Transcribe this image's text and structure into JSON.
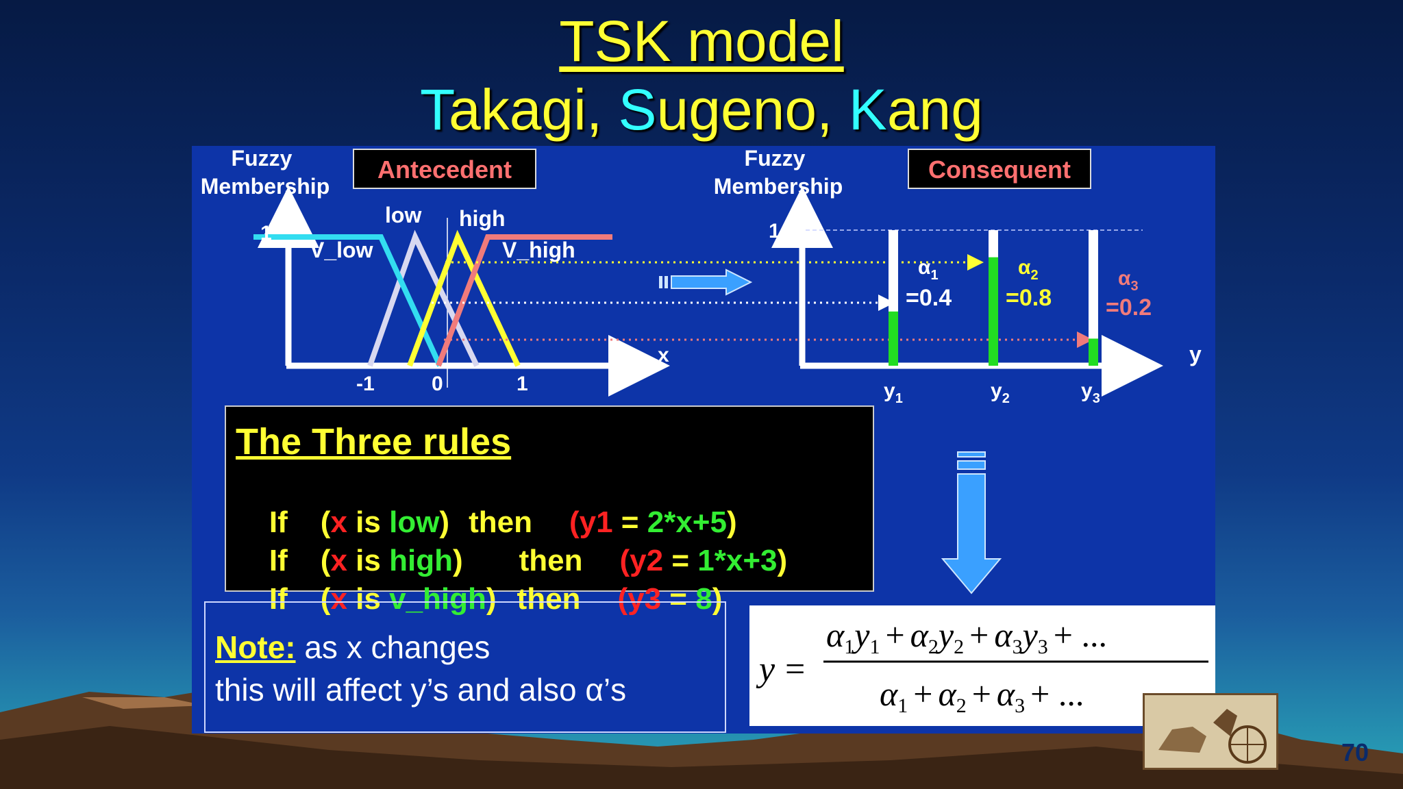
{
  "slide": {
    "title": "TSK model",
    "subtitle": {
      "p1_first": "T",
      "p1_rest": "akagi, ",
      "p2_first": "S",
      "p2_rest": "ugeno, ",
      "p3_first": "K",
      "p3_rest": "ang"
    },
    "page_number": "70"
  },
  "antecedent": {
    "y_axis_label_1": "Fuzzy",
    "y_axis_label_2": "Membership",
    "box_label": "Antecedent",
    "y_tick_1": "1",
    "x_axis_label": "x",
    "x_ticks": [
      "-1",
      "0",
      "1"
    ],
    "set_labels": {
      "low": "low",
      "high": "high",
      "v_low": "V_low",
      "v_high": "V_high"
    }
  },
  "consequent": {
    "y_axis_label_1": "Fuzzy",
    "y_axis_label_2": "Membership",
    "box_label": "Consequent",
    "y_tick_1": "1",
    "y_axis_label": "y",
    "outputs": [
      {
        "label": "y",
        "sub": "1",
        "alpha": "α",
        "alpha_sub": "1",
        "value_text": "=0.4",
        "level": 0.4
      },
      {
        "label": "y",
        "sub": "2",
        "alpha": "α",
        "alpha_sub": "2",
        "value_text": "=0.8",
        "level": 0.8
      },
      {
        "label": "y",
        "sub": "3",
        "alpha": "α",
        "alpha_sub": "3",
        "value_text": "=0.2",
        "level": 0.2
      }
    ]
  },
  "rules": {
    "title": "The Three rules",
    "items": [
      {
        "if": "If",
        "open": "(",
        "var": "x",
        "is": " is ",
        "set": "low",
        "close": ")",
        "then": "then",
        "c_open": "(",
        "out": "y1",
        "eq": " = ",
        "expr": "2*x+5",
        "c_close": ")"
      },
      {
        "if": "If",
        "open": "(",
        "var": "x",
        "is": " is ",
        "set": "high",
        "close": ")",
        "then": "then",
        "c_open": "(",
        "out": "y2",
        "eq": " = ",
        "expr": "1*x+3",
        "c_close": ")"
      },
      {
        "if": "If",
        "open": "(",
        "var": "x",
        "is": " is ",
        "set": "v_high",
        "close": ")",
        "then": "then",
        "c_open": "(",
        "out": "y3",
        "eq": " = ",
        "expr": "8",
        "c_close": ")"
      }
    ]
  },
  "note": {
    "label": "Note:",
    "line1": " as x changes",
    "line2": "this will affect y’s and also α’s"
  },
  "formula": {
    "lhs": "y",
    "equals": "=",
    "numerator": [
      {
        "a": "α",
        "as": "1",
        "y": "y",
        "ys": "1"
      },
      {
        "a": "α",
        "as": "2",
        "y": "y",
        "ys": "2"
      },
      {
        "a": "α",
        "as": "3",
        "y": "y",
        "ys": "3"
      }
    ],
    "denominator": [
      {
        "a": "α",
        "as": "1"
      },
      {
        "a": "α",
        "as": "2"
      },
      {
        "a": "α",
        "as": "3"
      }
    ],
    "plus": "+",
    "ellipsis": "+ ..."
  },
  "colors": {
    "panel": "#0d34a8",
    "v_low": "#33ddf0",
    "low": "#d8d8f0",
    "high": "#ffff33",
    "v_high": "#f07b7b",
    "bar_fill": "#22dd22",
    "box_label": "#ff7070"
  }
}
